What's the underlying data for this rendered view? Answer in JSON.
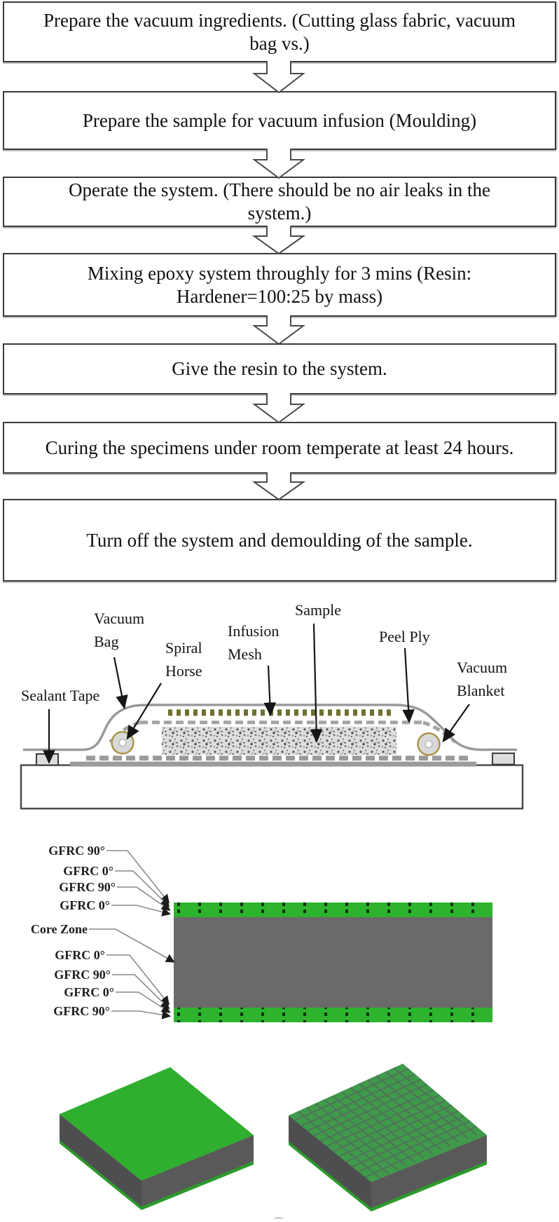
{
  "figure": {
    "type": "vacuum-infusion-process-figure"
  },
  "flowchart": {
    "steps": [
      {
        "lines": [
          "Prepare the vacuum ingredients. (Cutting glass fabric, vacuum",
          "bag vs.)"
        ]
      },
      {
        "lines": [
          "Prepare the sample for vacuum infusion (Moulding)"
        ]
      },
      {
        "lines": [
          "Operate the system. (There should be no air leaks in the",
          "system.)"
        ]
      },
      {
        "lines": [
          "Mixing epoxy system throughly for 3 mins (Resin:",
          "Hardener=100:25 by mass)"
        ]
      },
      {
        "lines": [
          "Give the resin to the system."
        ]
      },
      {
        "lines": [
          "Curing the specimens under room temperate at least 24 hours."
        ]
      },
      {
        "lines": [
          "Turn off the system and demoulding of the sample."
        ]
      }
    ]
  },
  "vacuum_diagram": {
    "labels": {
      "sealant_tape": "Sealant Tape",
      "vacuum_bag_line1": "Vacuum",
      "vacuum_bag_line2": "Bag",
      "spiral_horse_line1": "Spiral",
      "spiral_horse_line2": "Horse",
      "infusion_mesh_line1": "Infusion",
      "infusion_mesh_line2": "Mesh",
      "sample": "Sample",
      "peel_ply": "Peel Ply",
      "vacuum_blanket_line1": "Vacuum",
      "vacuum_blanket_line2": "Blanket"
    }
  },
  "layup_diagram": {
    "labels": [
      "GFRC 90°",
      "GFRC 0°",
      "GFRC 90°",
      "GFRC 0°",
      "Core Zone",
      "GFRC 0°",
      "GFRC 90°",
      "GFRC 0°",
      "GFRC 90°"
    ]
  },
  "colors": {
    "skin_green": "#2db32d",
    "core_gray": "#6a6a6a",
    "band_dot_green": "#0c330c",
    "mesh_dot_olive": "#6f6f2e",
    "bag_gray": "#999999",
    "spiral_ring_tan": "#a8954c",
    "block_top_green": "#2fae2f",
    "block_grid_green": "#3f9a4a",
    "block_side_gray": "#555557"
  }
}
